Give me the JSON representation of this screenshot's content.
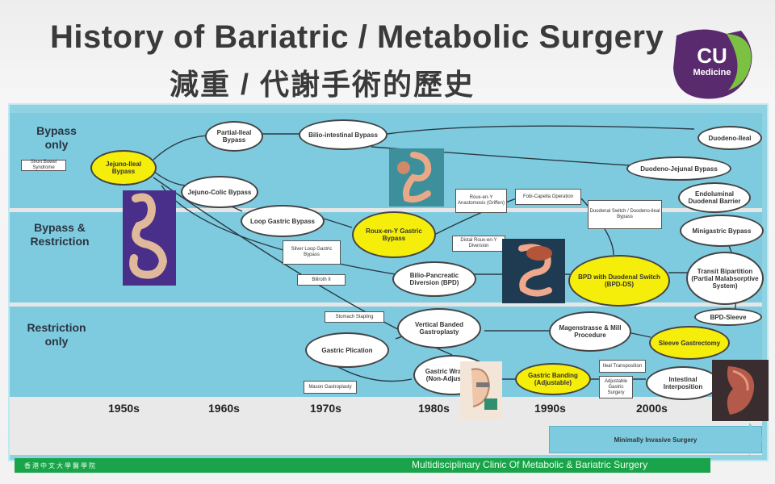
{
  "title": {
    "english": "History of Bariatric / Metabolic Surgery",
    "chinese": "減重 / 代謝手術的歷史"
  },
  "logo": {
    "text": "CU",
    "subtitle": "Medicine",
    "icon": "leaf-icon"
  },
  "rows": {
    "bypass": "Bypass\nonly",
    "bypass_restriction": "Bypass &\nRestriction",
    "restriction": "Restriction\nonly"
  },
  "nodes": {
    "jejuno_ileal": "Jejuno-Ileal Bypass",
    "partial_ileal": "Partial-Ileal Bypass",
    "bilio_intestinal": "Bilio-intestinal Bypass",
    "jejuno_colic": "Jejuno-Colic Bypass",
    "loop_gastric": "Loop Gastric Bypass",
    "roux_en_y": "Roux-en-Y Gastric Bypass",
    "bpd": "Bilio-Pancreatic Diversion (BPD)",
    "bpd_ds": "BPD with Duodenal Switch (BPD-DS)",
    "duodeno_jejunal": "Duodeno-Jejunal Bypass",
    "duodeno_ileal": "Duodeno-Ileal",
    "duodenal_barrier": "Endoluminal Duodenal Barrier",
    "mini_gastric": "Minigastric Bypass",
    "transit_bipartition": "Transit Bipartition (Partial Malabsorptive System)",
    "bpd_sleeve": "BPD-Sleeve",
    "vertical_banded": "Vertical Banded Gastroplasty",
    "gastric_plication": "Gastric Plication",
    "gastric_wrapping": "Gastric Wrapping (Non-Adjustable)",
    "gastric_banding": "Gastric Banding (Adjustable)",
    "magenstrasse": "Magenstrasse & Mill Procedure",
    "sleeve": "Sleeve Gastrectomy",
    "intestinal_interposition": "Intestinal Interposition"
  },
  "boxes": {
    "short_bowel": "Short Bowel Syndrome",
    "silver_bypass": "Silver Loop Gastric Bypass",
    "roux_anastomosis": "Roux-en-Y Anastomosis (Griffen)",
    "fobi_capella": "Fobi-Capella Operation",
    "distal_roux": "Distal Roux-en-Y Diversion",
    "duodenal_switch_note": "Duodenal Switch / Duodeno-ileal Bypass",
    "billroth": "Billroth II",
    "stomach_stapling": "Stomach Stapling",
    "mason": "Mason Gastroplasty",
    "ileal_transposition": "Ileal Transposition",
    "adjustable_surgery": "Adjustable Gastric Surgery"
  },
  "years": [
    "1950s",
    "1960s",
    "1970s",
    "1980s",
    "1990s",
    "2000s"
  ],
  "mis_label": "Minimally Invasive Surgery",
  "footer": {
    "chinese": "香港中文大學醫學院",
    "english": "Multidisciplinary Clinic Of Metabolic & Bariatric Surgery"
  },
  "colors": {
    "band": "#7ecbe0",
    "highlight": "#f5ee0a",
    "footer": "#19a34a"
  }
}
